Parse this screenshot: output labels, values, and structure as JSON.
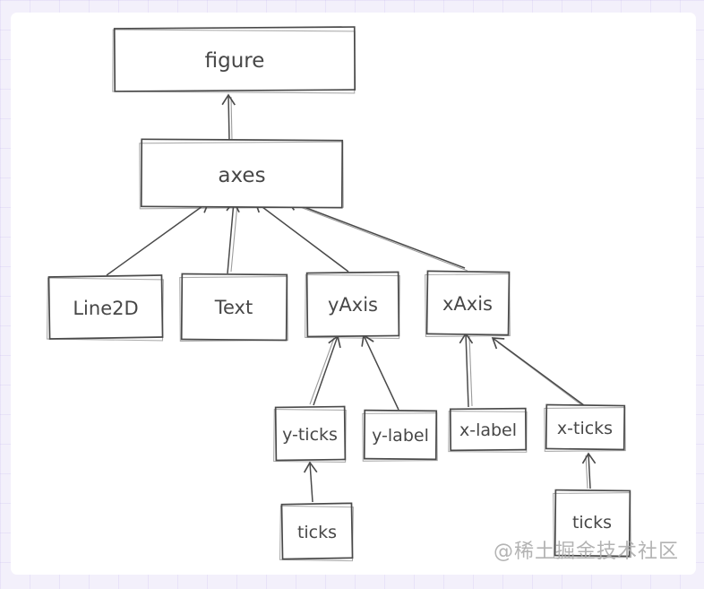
{
  "page": {
    "background_color": "#f3f0fb",
    "canvas_color": "#ffffff",
    "stroke_color": "#4a4a4a"
  },
  "diagram": {
    "description": "Hand-drawn hierarchy of matplotlib figure components",
    "nodes": {
      "figure": {
        "label": "figure"
      },
      "axes": {
        "label": "axes"
      },
      "line2d": {
        "label": "Line2D"
      },
      "text": {
        "label": "Text"
      },
      "yaxis": {
        "label": "yAxis"
      },
      "xaxis": {
        "label": "xAxis"
      },
      "yticks": {
        "label": "y-ticks"
      },
      "ylabel": {
        "label": "y-label"
      },
      "xlabel": {
        "label": "x-label"
      },
      "xticks": {
        "label": "x-ticks"
      },
      "ticks_y": {
        "label": "ticks"
      },
      "ticks_x": {
        "label": "ticks"
      }
    },
    "edges": [
      {
        "from": "axes",
        "to": "figure"
      },
      {
        "from": "Line2D",
        "to": "axes"
      },
      {
        "from": "Text",
        "to": "axes"
      },
      {
        "from": "yAxis",
        "to": "axes"
      },
      {
        "from": "xAxis",
        "to": "axes"
      },
      {
        "from": "y-ticks",
        "to": "yAxis"
      },
      {
        "from": "y-label",
        "to": "yAxis"
      },
      {
        "from": "x-label",
        "to": "xAxis"
      },
      {
        "from": "x-ticks",
        "to": "xAxis"
      },
      {
        "from": "ticks",
        "to": "y-ticks"
      },
      {
        "from": "ticks",
        "to": "x-ticks"
      }
    ]
  },
  "watermark": {
    "text": "@稀土掘金技术社区",
    "color": "#ababab"
  }
}
